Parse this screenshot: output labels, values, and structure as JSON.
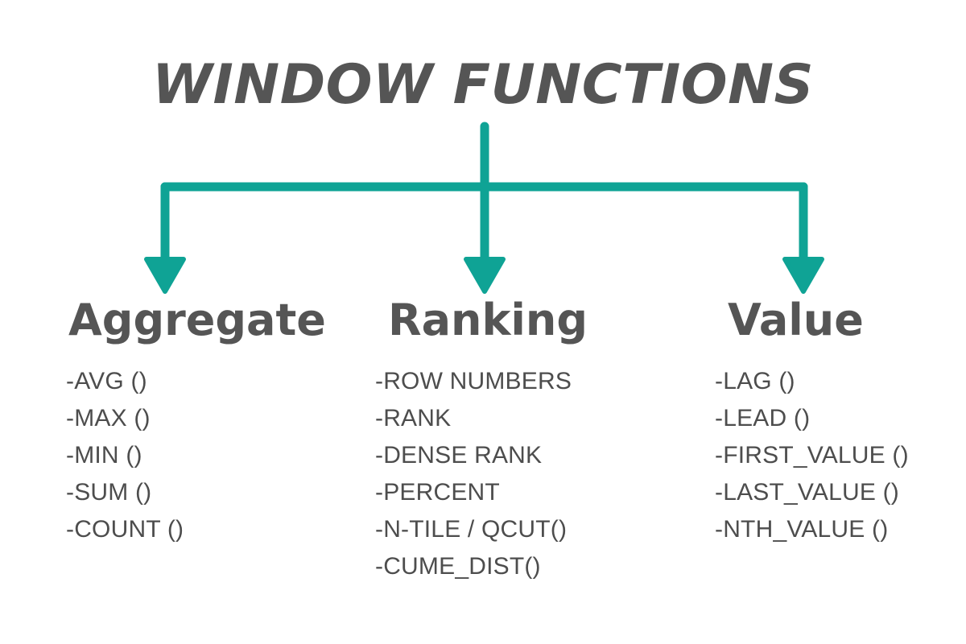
{
  "meta": {
    "background_color": "#ffffff",
    "accent_color": "#0fa395",
    "text_color": "#555555",
    "list_text_color": "#4d4d4d"
  },
  "title": "WINDOW FUNCTIONS",
  "connector": {
    "stem_label": "root-stem",
    "bar_label": "horizontal-branch-bar",
    "arrow_labels": [
      "arrow-to-aggregate",
      "arrow-to-ranking",
      "arrow-to-value"
    ]
  },
  "columns": [
    {
      "id": "aggregate",
      "heading": "Aggregate",
      "items": [
        "-AVG ()",
        "-MAX ()",
        "-MIN ()",
        "-SUM ()",
        "-COUNT ()"
      ]
    },
    {
      "id": "ranking",
      "heading": "Ranking",
      "items": [
        "-ROW NUMBERS",
        "-RANK",
        "-DENSE RANK",
        "-PERCENT",
        "-N-TILE / QCUT()",
        "-CUME_DIST()"
      ]
    },
    {
      "id": "value",
      "heading": "Value",
      "items": [
        "-LAG ()",
        "-LEAD ()",
        "-FIRST_VALUE ()",
        "-LAST_VALUE ()",
        "-NTH_VALUE ()"
      ]
    }
  ]
}
